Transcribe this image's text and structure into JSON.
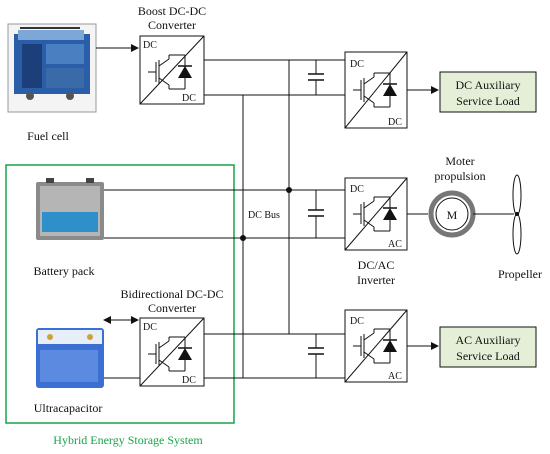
{
  "components": {
    "fuel_cell": {
      "label": "Fuel cell"
    },
    "boost_converter": {
      "title_line1": "Boost DC-DC",
      "title_line2": "Converter",
      "in": "DC",
      "out": "DC"
    },
    "battery": {
      "label": "Battery pack"
    },
    "ultracapacitor": {
      "label": "Ultracapacitor"
    },
    "bidirectional_converter": {
      "title_line1": "Bidirectional DC-DC",
      "title_line2": "Converter",
      "in": "DC",
      "out": "DC"
    },
    "dc_bus": {
      "label": "DC Bus"
    },
    "dcdc_aux": {
      "in": "DC",
      "out": "DC"
    },
    "inverter": {
      "in": "DC",
      "out": "AC",
      "label_line1": "DC/AC",
      "label_line2": "Inverter"
    },
    "dcac_aux": {
      "in": "DC",
      "out": "AC"
    },
    "dc_load": {
      "line1": "DC Auxiliary",
      "line2": "Service Load"
    },
    "ac_load": {
      "line1": "AC Auxiliary",
      "line2": "Service Load"
    },
    "motor": {
      "symbol": "M",
      "label_line1": "Moter",
      "label_line2": "propulsion"
    },
    "propeller": {
      "label": "Propeller"
    },
    "hess": {
      "label": "Hybrid Energy Storage System"
    }
  },
  "colors": {
    "hess_border": "#18a34a",
    "load_fill": "#e5efd8",
    "load_border": "#111111"
  },
  "icons": [
    "fuel-cell-image",
    "battery-image",
    "ultracapacitor-image",
    "propeller-icon",
    "motor-icon"
  ]
}
